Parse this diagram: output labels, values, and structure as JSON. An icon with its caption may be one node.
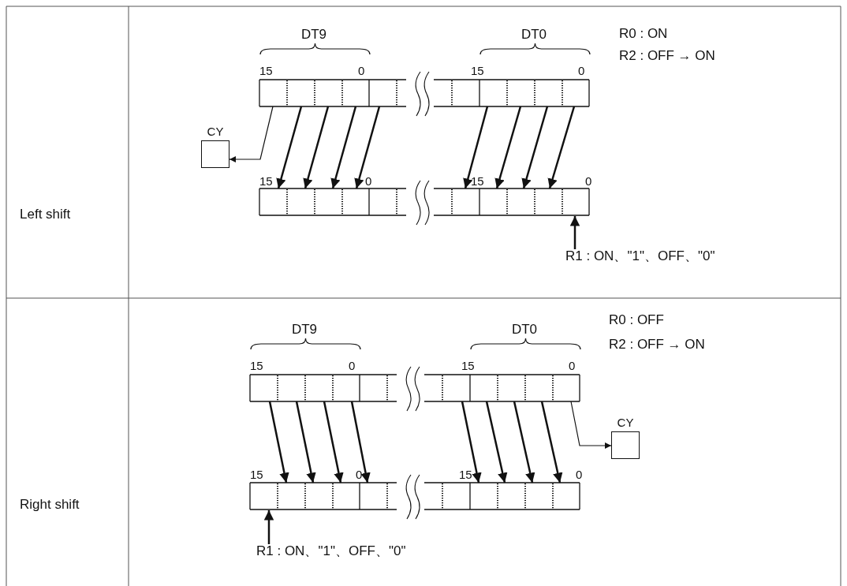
{
  "diagram": {
    "nodes": [
      {
        "text": [
          "DT9",
          "15",
          "0"
        ]
      },
      {
        "text": [
          "DT0",
          "15",
          "0"
        ]
      },
      {
        "text": [
          "CY"
        ]
      },
      {
        "text": [],
        "shape": "box"
      },
      {
        "text": [],
        "shape": "box"
      },
      {
        "text": [
          "R1 : ON、\"1\"、OFF、\"0\""
        ]
      },
      {
        "text": [
          "DT9",
          "15",
          "0"
        ]
      },
      {
        "text": [
          "DT0",
          "15",
          "0"
        ]
      },
      {
        "text": [
          "CY"
        ]
      },
      {
        "text": [],
        "shape": "box"
      },
      {
        "text": [],
        "shape": "box"
      },
      {
        "text": [
          "R1 : ON、\"1\"、OFF、\"0\""
        ]
      }
    ],
    "edges": [
      {
        "from": 0,
        "to": 3,
        "arrow": "to"
      },
      {
        "from": 0,
        "to": 3,
        "arrow": "to"
      },
      {
        "from": 0,
        "to": 3,
        "arrow": "to"
      },
      {
        "from": 0,
        "to": 3,
        "arrow": "to"
      },
      {
        "from": 1,
        "to": 4,
        "arrow": "to"
      },
      {
        "from": 1,
        "to": 4,
        "arrow": "to"
      },
      {
        "from": 1,
        "to": 4,
        "arrow": "to"
      },
      {
        "from": 1,
        "to": 4,
        "arrow": "to"
      },
      {
        "from": 0,
        "to": 2,
        "arrow": "to"
      },
      {
        "from": 5,
        "to": 4,
        "arrow": "to"
      },
      {
        "from": 6,
        "to": 9,
        "arrow": "to"
      },
      {
        "from": 6,
        "to": 9,
        "arrow": "to"
      },
      {
        "from": 6,
        "to": 9,
        "arrow": "to"
      },
      {
        "from": 6,
        "to": 9,
        "arrow": "to"
      },
      {
        "from": 7,
        "to": 10,
        "arrow": "to"
      },
      {
        "from": 7,
        "to": 10,
        "arrow": "to"
      },
      {
        "from": 7,
        "to": 10,
        "arrow": "to"
      },
      {
        "from": 7,
        "to": 10,
        "arrow": "to"
      },
      {
        "from": 7,
        "to": 8,
        "arrow": "to"
      },
      {
        "from": 11,
        "to": 9,
        "arrow": "to"
      }
    ],
    "labels": [
      "Left shift",
      "R0 : ON",
      "R2 : OFF → ON",
      "15",
      "0",
      "15",
      "0",
      "Right shift",
      "R0 : OFF",
      "R2 : OFF → ON",
      "15",
      "0",
      "15",
      "0"
    ]
  }
}
